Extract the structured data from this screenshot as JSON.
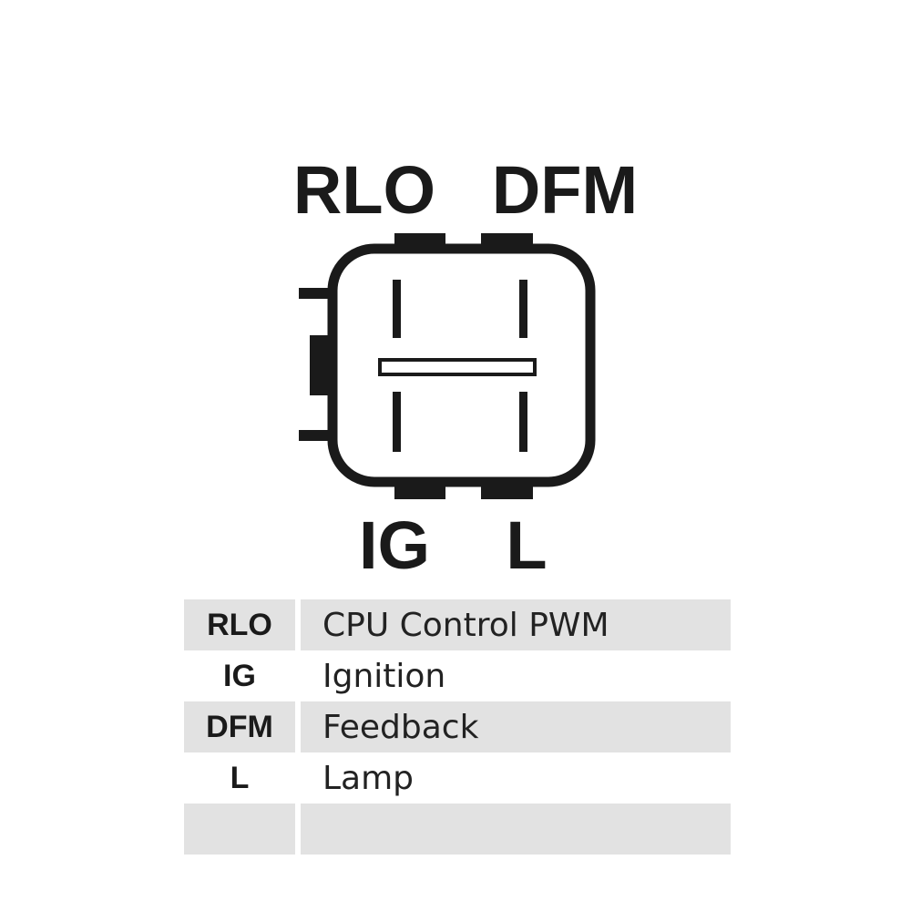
{
  "connector": {
    "top_pins": [
      "RLO",
      "DFM"
    ],
    "bottom_pins": [
      "IG",
      "L"
    ]
  },
  "legend": {
    "rows": [
      {
        "code": "RLO",
        "description": "CPU Control PWM"
      },
      {
        "code": "IG",
        "description": "Ignition"
      },
      {
        "code": "DFM",
        "description": "Feedback"
      },
      {
        "code": "L",
        "description": "Lamp"
      },
      {
        "code": "",
        "description": ""
      }
    ]
  },
  "colors": {
    "ink": "#1a1a1a",
    "row_shade": "#e2e2e2",
    "background": "#ffffff"
  }
}
